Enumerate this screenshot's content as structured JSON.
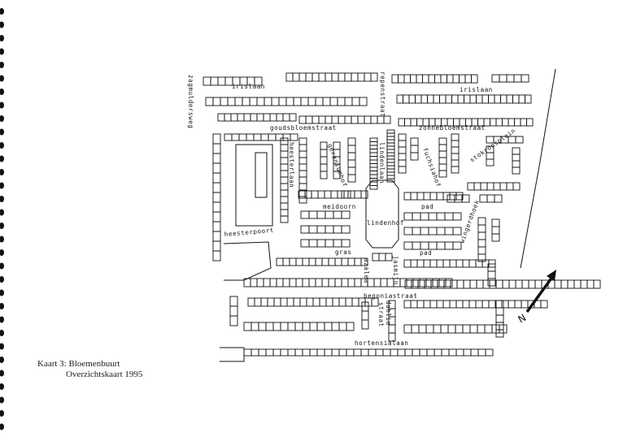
{
  "caption": {
    "line1": "Kaart 3: Bloemenbuurt",
    "line2": "Overzichtskaart 1995"
  },
  "map": {
    "streets": {
      "zagmuldersweg": "zagmuldersweg",
      "irislaan_west": "irislaan",
      "irislaan_east": "irislaan",
      "repenstraat": "repenstraat",
      "goudsbloemstraat": "goudsbloemstraat",
      "zonnebloemstraat": "zonnebloemstraat",
      "heesterlaan": "heesterlaan",
      "geraniumhof": "geraniumhof",
      "lindenlaan": "lindenlaan",
      "fuchsiahof": "fuchsiahof",
      "stokroosplein": "stokroosplein",
      "meidoorn": "meidoorn",
      "pad_north": "pad",
      "lindenhof": "lindenhof",
      "wingerdhoek": "wingerdhoek",
      "heesterpoort": "heesterpoort",
      "gras": "gras",
      "pad_south": "pad",
      "azalea": "azalea",
      "jasmijn": "jasmijn",
      "begoniastraat": "begoniastraat",
      "dahliastraat_1": "dahlia",
      "dahliastraat_2": "straat",
      "hortensialaan": "hortensialaan"
    },
    "north_label": "N",
    "ink_color": "#111111"
  }
}
